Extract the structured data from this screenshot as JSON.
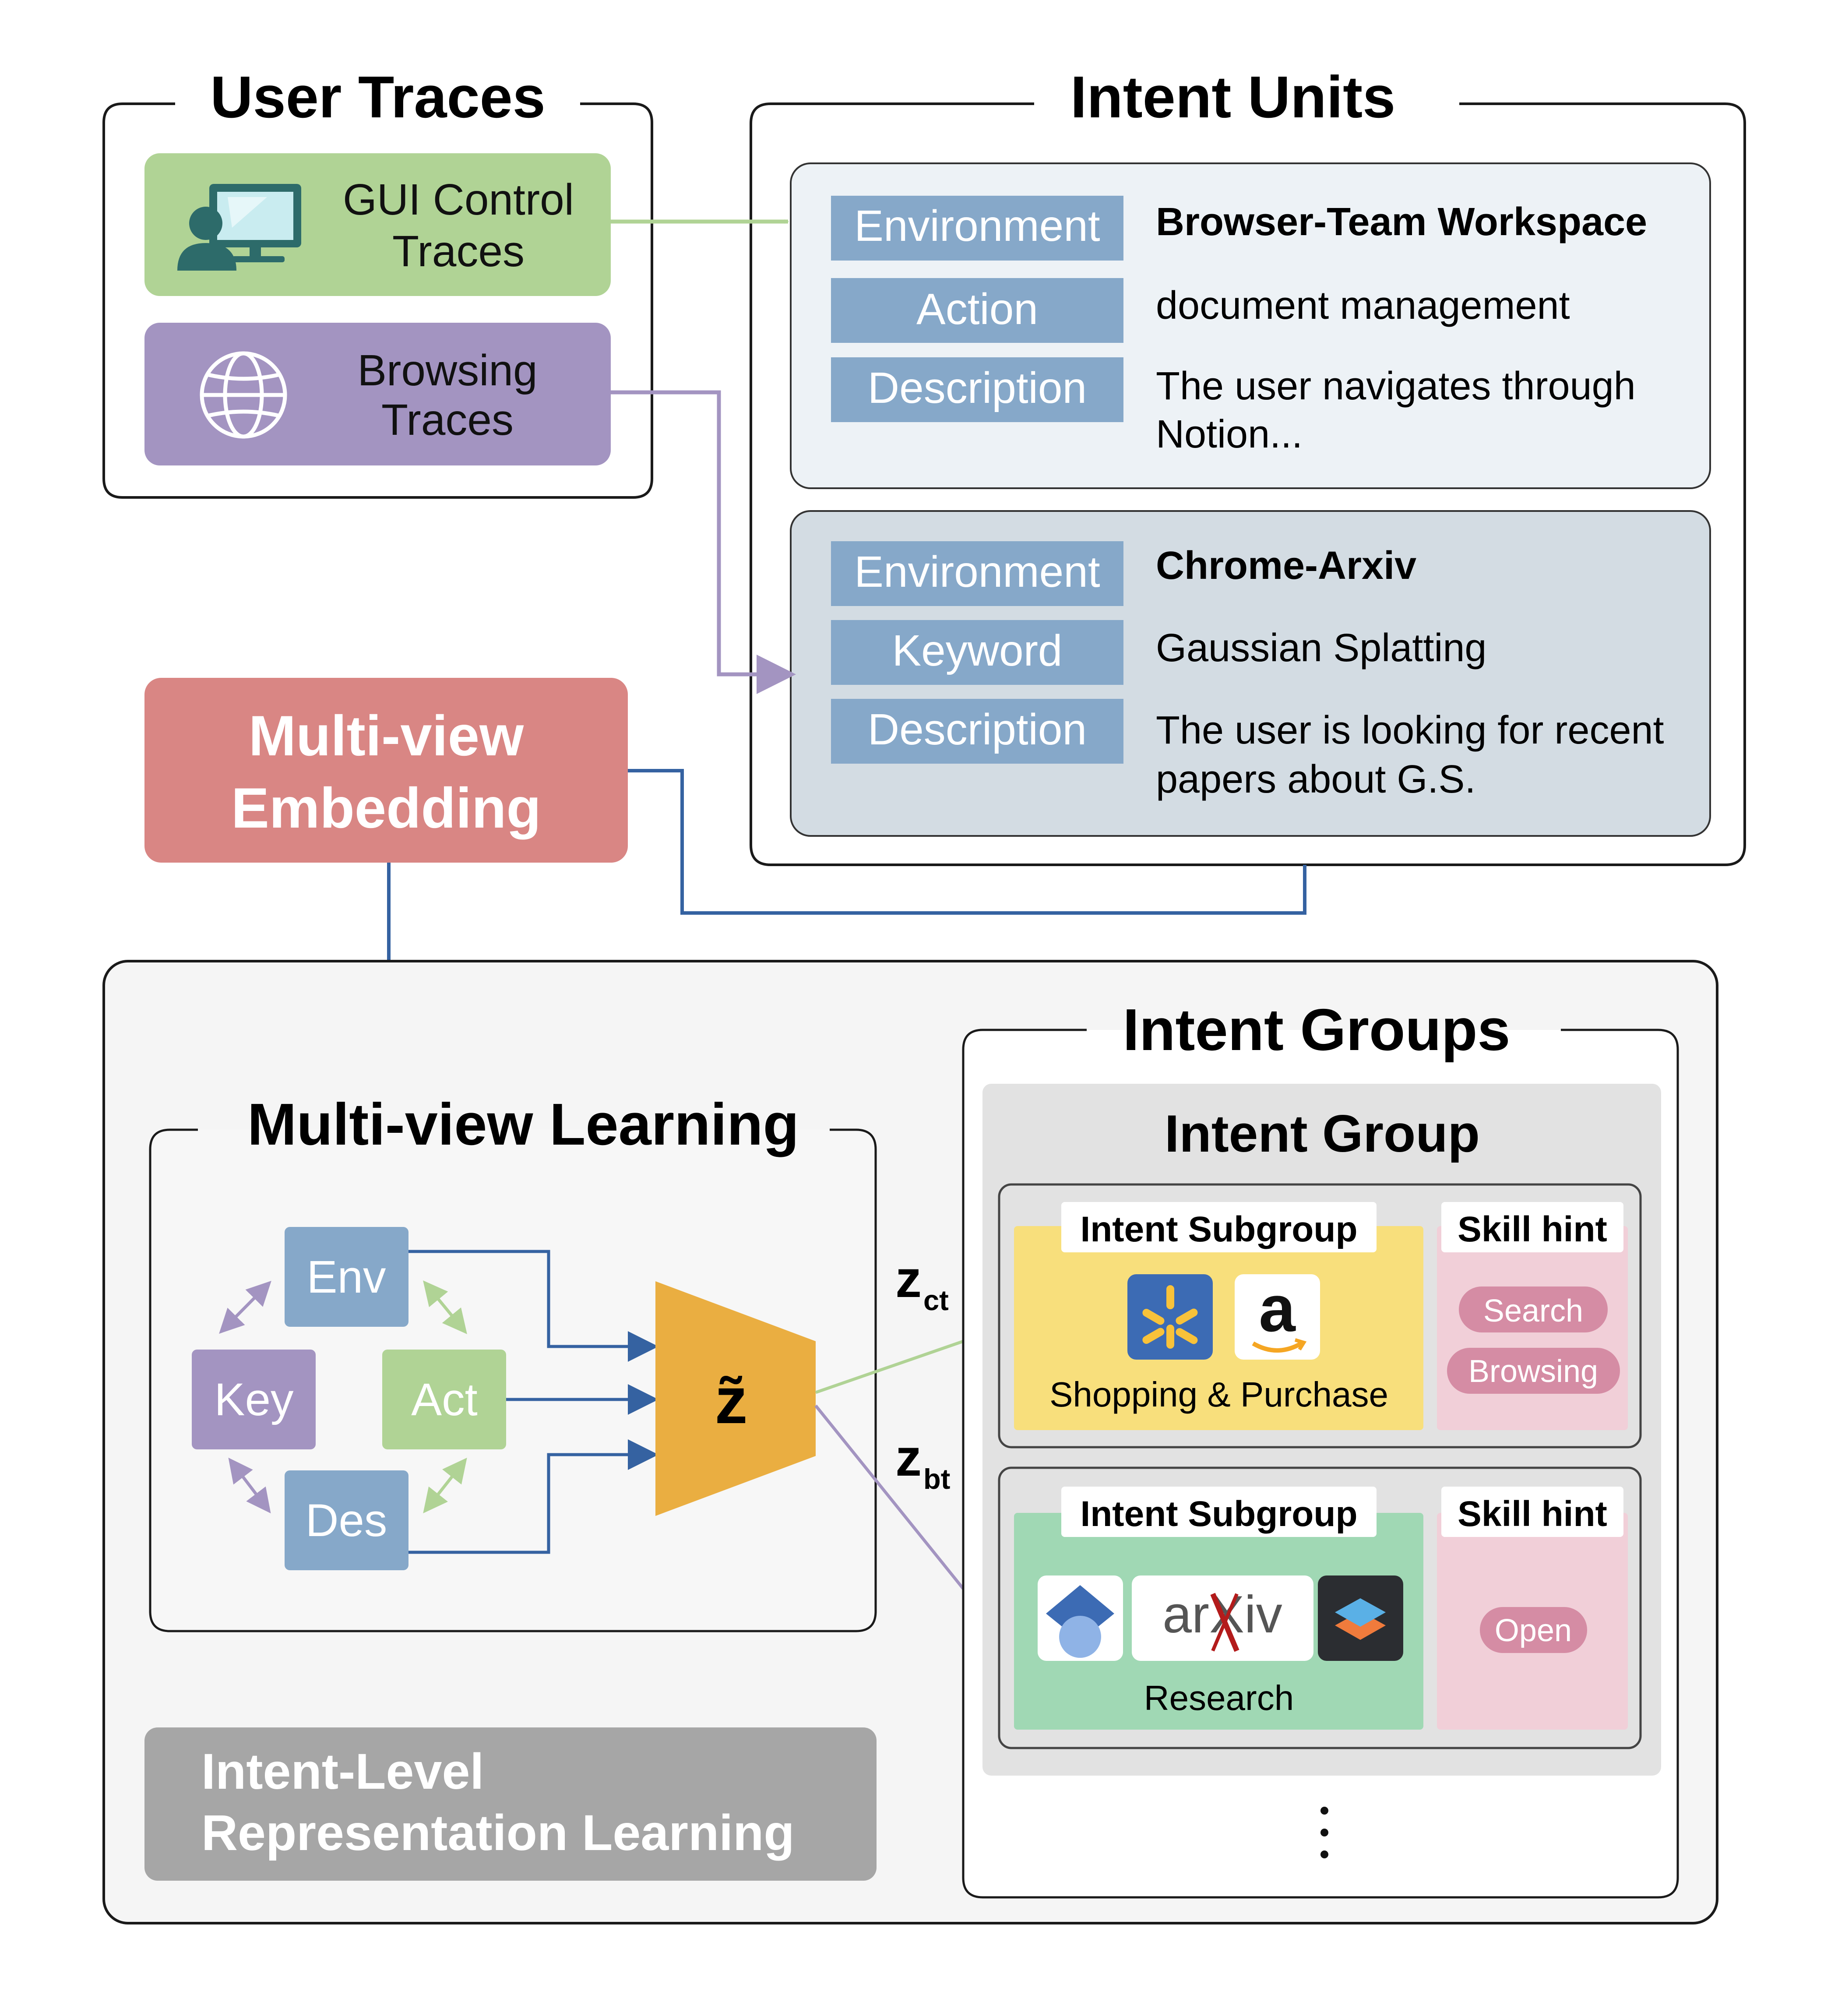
{
  "user_traces": {
    "title": "User Traces",
    "gui": {
      "line1": "GUI Control",
      "line2": "Traces"
    },
    "browsing": {
      "line1": "Browsing",
      "line2": "Traces"
    }
  },
  "intent_units": {
    "title": "Intent Units",
    "unit1": {
      "label_env": "Environment",
      "value_env": "Browser-Team Workspace",
      "label_2": "Action",
      "value_2": "document management",
      "label_desc": "Description",
      "desc_line1": "The user navigates through",
      "desc_line2": "Notion..."
    },
    "unit2": {
      "label_env": "Environment",
      "value_env": "Chrome-Arxiv",
      "label_2": "Keyword",
      "value_2": "Gaussian Splatting",
      "label_desc": "Description",
      "desc_line1": "The user is looking for recent",
      "desc_line2": "papers about G.S."
    }
  },
  "embedding": {
    "line1": "Multi-view",
    "line2": "Embedding"
  },
  "multiview": {
    "title": "Multi-view Learning",
    "views": {
      "env": "Env",
      "key": "Key",
      "act": "Act",
      "des": "Des"
    },
    "encoder": "z̃"
  },
  "latents": {
    "ct": "z",
    "ct_sub": "ct",
    "bt": "z",
    "bt_sub": "bt"
  },
  "intent_groups": {
    "title": "Intent Groups",
    "group_title": "Intent Group",
    "subgroup1": {
      "label": "Intent Subgroup",
      "name": "Shopping & Purchase",
      "skill_label": "Skill hint",
      "skills": [
        "Search",
        "Browsing"
      ]
    },
    "subgroup2": {
      "label": "Intent Subgroup",
      "name": "Research",
      "skill_label": "Skill hint",
      "skills": [
        "Open"
      ],
      "arxiv_logo": "arXiv"
    },
    "more": "⋮"
  },
  "representation": {
    "line1": "Intent-Level",
    "line2": "Representation Learning"
  },
  "colors": {
    "gui_green": "#b0d395",
    "browse_purple": "#a394c1",
    "label_blue": "#86a8c9",
    "embed_red": "#d98684",
    "encoder_orange": "#eaae41",
    "arrow_blue": "#3562a1",
    "shopping_yellow": "#f8df7c",
    "research_green": "#a0d8b4",
    "skill_pink": "#f1cfd8"
  }
}
